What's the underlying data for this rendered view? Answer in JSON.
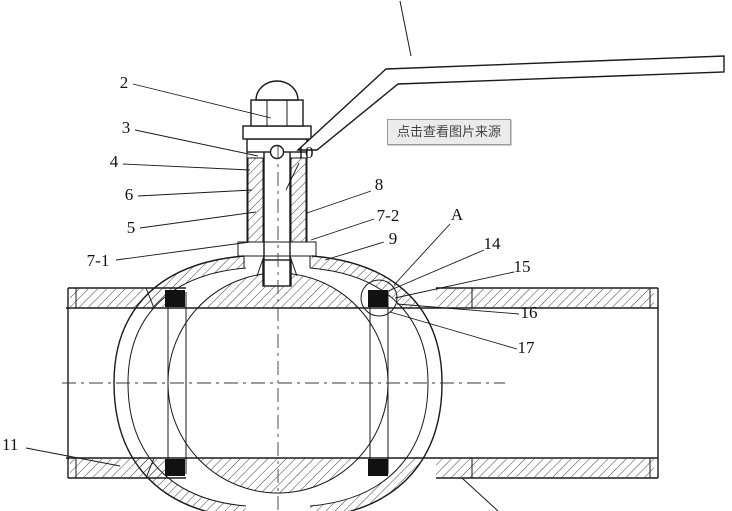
{
  "window": {
    "background": "#ffffff"
  },
  "drawing": {
    "type": "ball-valve-cross-section",
    "line_color": "#1a1a1a",
    "seal_color": "#111111",
    "hatch_color": "#2a2a2a"
  },
  "tooltip": {
    "text": "点击查看图片来源",
    "background": "#ebebeb",
    "border": "#999999",
    "text_color": "#444444"
  },
  "labels": {
    "part2": "2",
    "part3": "3",
    "part4": "4",
    "part6": "6",
    "part5": "5",
    "part7_1": "7-1",
    "part10": "10",
    "part8": "8",
    "part7_2": "7-2",
    "part9": "9",
    "detailA": "A",
    "part14": "14",
    "part15": "15",
    "part16": "16",
    "part17": "17",
    "part11": "11"
  }
}
